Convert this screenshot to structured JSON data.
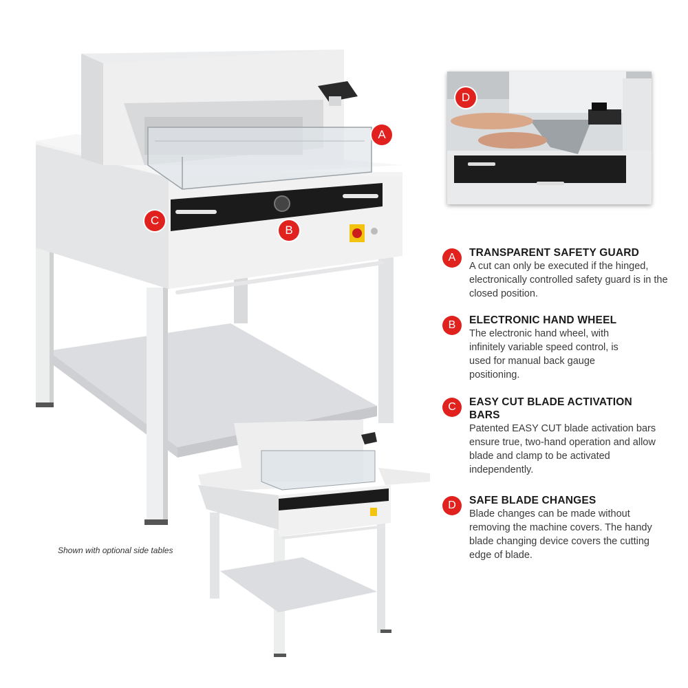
{
  "callouts": {
    "a": "A",
    "b": "B",
    "c": "C",
    "d": "D"
  },
  "features": [
    {
      "letter": "A",
      "title": "TRANSPARENT SAFETY GUARD",
      "desc": "A cut can only be executed if the hinged, electronically controlled safety guard is in the closed position."
    },
    {
      "letter": "B",
      "title": "ELECTRONIC HAND WHEEL",
      "desc": "The electronic hand wheel, with infinitely variable speed control, is used for manual back gauge positioning."
    },
    {
      "letter": "C",
      "title": "EASY CUT BLADE ACTIVATION BARS",
      "desc": "Patented EASY CUT blade activation bars ensure true, two-hand operation and allow blade and clamp to be activated independently."
    },
    {
      "letter": "D",
      "title": "SAFE BLADE CHANGES",
      "desc": "Blade changes can be made without removing the machine covers. The handy blade changing device covers the cutting edge of blade."
    }
  ],
  "caption": "Shown with optional side tables",
  "colors": {
    "badge": "#e0211d",
    "machine_body": "#e9eaec",
    "control_panel": "#1b1b1b"
  }
}
